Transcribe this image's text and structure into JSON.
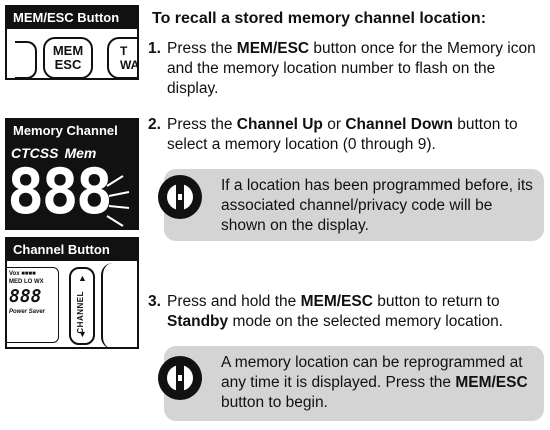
{
  "figures": {
    "mem_esc": {
      "label": "MEM/ESC Button",
      "key_line1": "MEM",
      "key_line2": "ESC",
      "side_key_line1": "T",
      "side_key_line2": "WA"
    },
    "memory_channel": {
      "label": "Memory Channel",
      "ann_ctcss": "CTCSS",
      "ann_mem": "Mem",
      "digits": "888"
    },
    "channel_button": {
      "label": "Channel Button",
      "mini_lcd_line1": "Vox ■■■■",
      "mini_lcd_line2": "MED LO WX",
      "mini_lcd_digits": "888",
      "mini_lcd_footer": "Power Saver",
      "key_up": "▲",
      "key_down": "▼",
      "key_text": "CHANNEL"
    }
  },
  "instructions": {
    "heading": "To recall a stored memory channel location:",
    "step1": {
      "num": "1.",
      "a": "Press the ",
      "b": "MEM/ESC",
      "c": " button once for the Memory icon and the memory location number to flash on the display."
    },
    "step2": {
      "num": "2.",
      "a": "Press the ",
      "b": "Channel Up",
      "c": " or ",
      "d": "Channel Down",
      "e": " button to select a memory location (0 through 9)."
    },
    "note1": "If a location has been programmed before, its associated channel/privacy code will be shown on the display.",
    "step3": {
      "num": "3.",
      "a": "Press and hold the ",
      "b": "MEM/ESC",
      "c": " button to return to ",
      "d": "Standby",
      "e": " mode on the selected memory location."
    },
    "note2": {
      "a": "A memory location can be reprogrammed at any time it is displayed. Press the ",
      "b": "MEM/ESC",
      "c": " button to begin."
    }
  },
  "icons": {
    "note": "info-icon"
  }
}
